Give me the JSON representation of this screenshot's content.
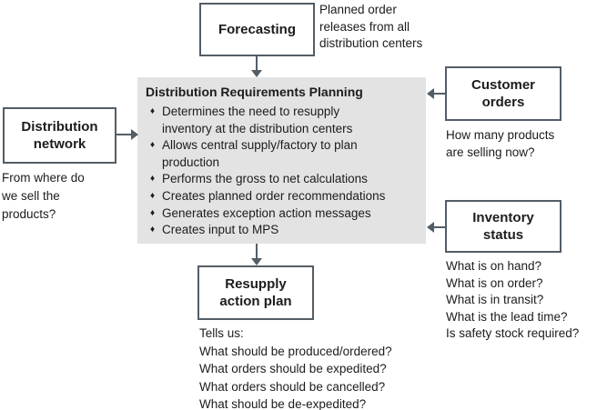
{
  "colors": {
    "accent": "#535d66",
    "panel_bg": "#e3e3e3",
    "text": "#1c1c1c",
    "box_bg": "#ffffff"
  },
  "nodes": {
    "forecasting": {
      "label": "Forecasting",
      "note": "Planned order\nreleases from all\ndistribution centers"
    },
    "distribution_network": {
      "label": "Distribution\nnetwork",
      "note": "From where do\nwe sell the\nproducts?"
    },
    "customer_orders": {
      "label": "Customer\norders",
      "note": "How many products\nare selling now?"
    },
    "inventory_status": {
      "label": "Inventory\nstatus",
      "note": "What is on hand?\nWhat is on order?\nWhat is in transit?\nWhat is the lead time?\nIs safety stock required?"
    },
    "resupply_action_plan": {
      "label": "Resupply\naction plan",
      "note": "Tells us:\nWhat should be produced/ordered?\nWhat orders should be expedited?\nWhat orders should be cancelled?\nWhat should be de-expedited?"
    }
  },
  "drp": {
    "title": "Distribution Requirements Planning",
    "bullet_char": "♦",
    "bullets": [
      "Determines the need to resupply\ninventory at the distribution centers",
      "Allows central supply/factory to plan\nproduction",
      "Performs the gross to net calculations",
      "Creates planned order recommendations",
      "Generates exception action messages",
      "Creates input to MPS"
    ]
  },
  "connections": [
    {
      "from": "forecasting",
      "to": "drp",
      "direction": "down"
    },
    {
      "from": "distribution_network",
      "to": "drp",
      "direction": "right"
    },
    {
      "from": "customer_orders",
      "to": "drp",
      "direction": "left"
    },
    {
      "from": "inventory_status",
      "to": "drp",
      "direction": "left"
    },
    {
      "from": "drp",
      "to": "resupply_action_plan",
      "direction": "down"
    }
  ]
}
